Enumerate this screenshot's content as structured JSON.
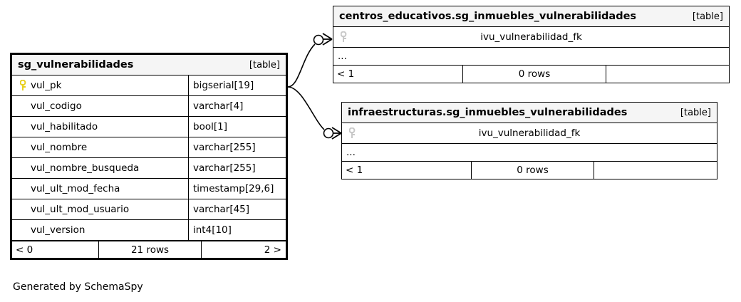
{
  "diagram": {
    "generator_credit": "Generated by SchemaSpy",
    "table_tag": "[table]",
    "ellipsis": "...",
    "colors": {
      "primary_key_icon": "#e8d020",
      "foreign_key_icon": "#c8c8c8",
      "header_background": "#f5f5f5",
      "border": "#000000",
      "background": "#ffffff"
    }
  },
  "focal_table": {
    "name": "sg_vulnerabilidades",
    "tag": "[table]",
    "columns": [
      {
        "name": "vul_pk",
        "type": "bigserial[19]",
        "key": "primary"
      },
      {
        "name": "vul_codigo",
        "type": "varchar[4]",
        "key": "none"
      },
      {
        "name": "vul_habilitado",
        "type": "bool[1]",
        "key": "none"
      },
      {
        "name": "vul_nombre",
        "type": "varchar[255]",
        "key": "none"
      },
      {
        "name": "vul_nombre_busqueda",
        "type": "varchar[255]",
        "key": "none"
      },
      {
        "name": "vul_ult_mod_fecha",
        "type": "timestamp[29,6]",
        "key": "none"
      },
      {
        "name": "vul_ult_mod_usuario",
        "type": "varchar[45]",
        "key": "none"
      },
      {
        "name": "vul_version",
        "type": "int4[10]",
        "key": "none"
      }
    ],
    "footer": {
      "prev": "< 0",
      "rows": "21 rows",
      "next": "2 >"
    }
  },
  "related_tables": [
    {
      "name": "centros_educativos.sg_inmuebles_vulnerabilidades",
      "tag": "[table]",
      "columns": [
        {
          "name": "ivu_vulnerabilidad_fk",
          "key": "foreign"
        }
      ],
      "ellipsis": "...",
      "footer": {
        "prev": "< 1",
        "rows": "0 rows",
        "next": ""
      }
    },
    {
      "name": "infraestructuras.sg_inmuebles_vulnerabilidades",
      "tag": "[table]",
      "columns": [
        {
          "name": "ivu_vulnerabilidad_fk",
          "key": "foreign"
        }
      ],
      "ellipsis": "...",
      "footer": {
        "prev": "< 1",
        "rows": "0 rows",
        "next": ""
      }
    }
  ],
  "relationships": [
    {
      "from": "sg_vulnerabilidades.vul_pk",
      "to": "centros_educativos.sg_inmuebles_vulnerabilidades.ivu_vulnerabilidad_fk",
      "cardinality": "zero-or-many"
    },
    {
      "from": "sg_vulnerabilidades.vul_pk",
      "to": "infraestructuras.sg_inmuebles_vulnerabilidades.ivu_vulnerabilidad_fk",
      "cardinality": "zero-or-many"
    }
  ]
}
